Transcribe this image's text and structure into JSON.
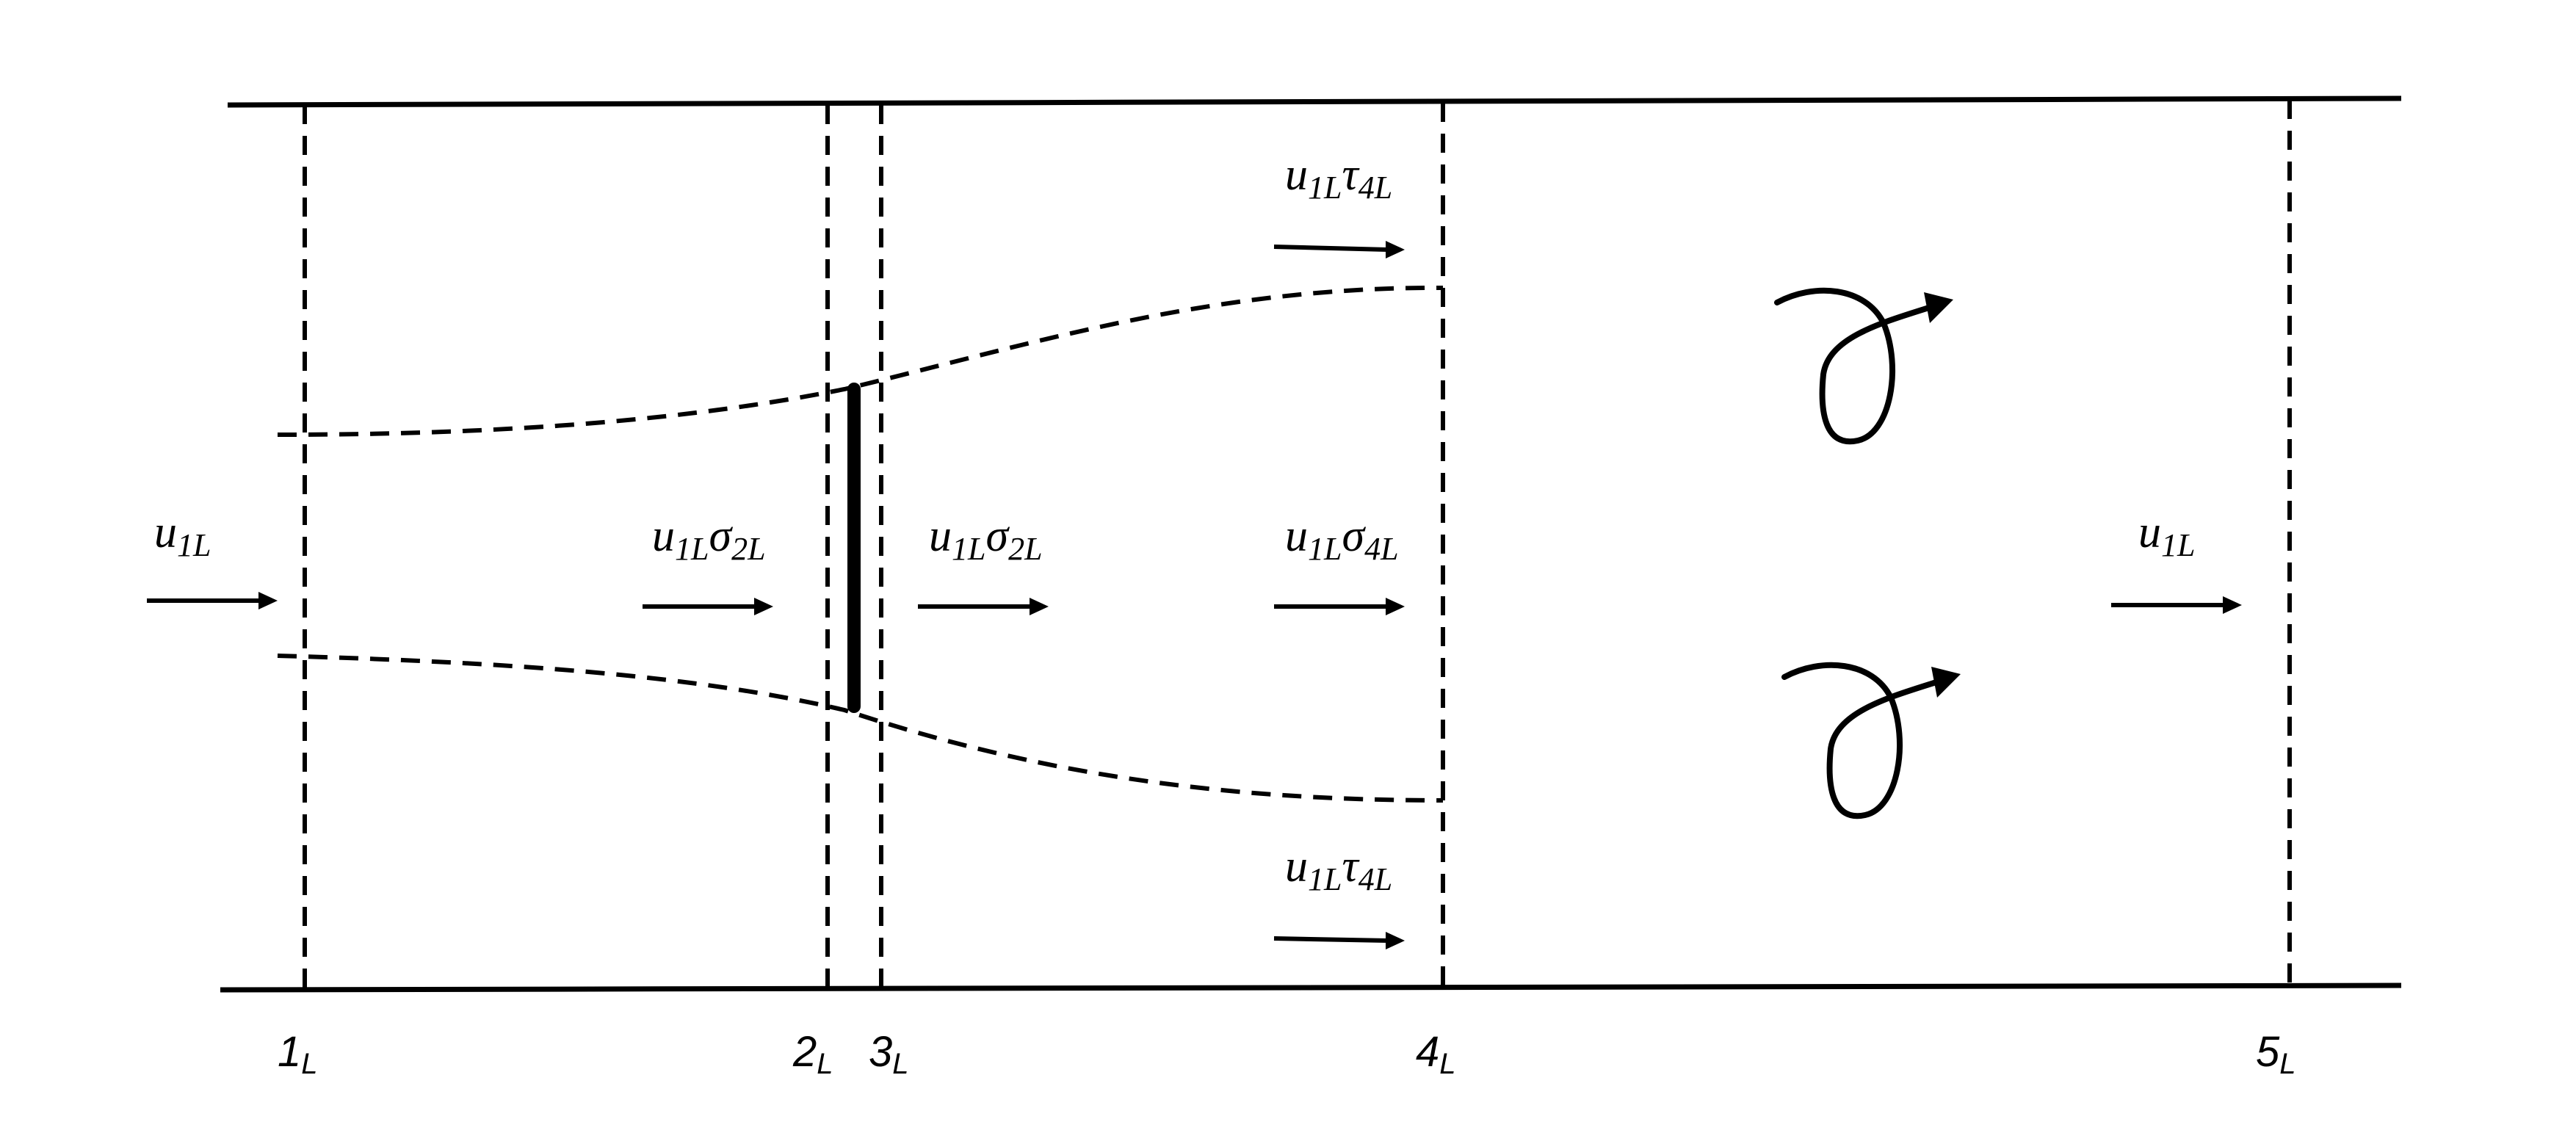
{
  "diagram": {
    "stations": [
      {
        "id": "1",
        "label": "1",
        "sub": "L"
      },
      {
        "id": "2",
        "label": "2",
        "sub": "L"
      },
      {
        "id": "3",
        "label": "3",
        "sub": "L"
      },
      {
        "id": "4",
        "label": "4",
        "sub": "L"
      },
      {
        "id": "5",
        "label": "5",
        "sub": "L"
      }
    ],
    "velocity_labels": {
      "inflow": {
        "base": "u",
        "sub": "1L"
      },
      "before_disk": {
        "base": "u",
        "sub1": "1L",
        "greek": "σ",
        "sub2": "2L"
      },
      "after_disk": {
        "base": "u",
        "sub1": "1L",
        "greek": "σ",
        "sub2": "2L"
      },
      "wake_core": {
        "base": "u",
        "sub1": "1L",
        "greek": "σ",
        "sub2": "4L"
      },
      "bypass_top": {
        "base": "u",
        "sub1": "1L",
        "greek": "τ",
        "sub2": "4L"
      },
      "bypass_bottom": {
        "base": "u",
        "sub1": "1L",
        "greek": "τ",
        "sub2": "4L"
      },
      "outflow": {
        "base": "u",
        "sub": "1L"
      }
    }
  }
}
